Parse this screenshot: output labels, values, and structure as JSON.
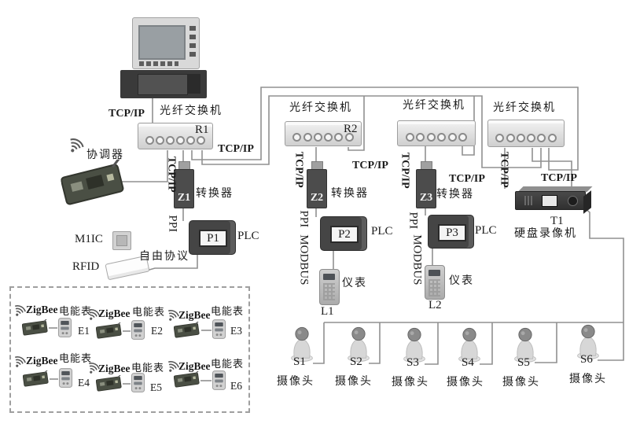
{
  "labels": {
    "tcpip": "TCP/IP",
    "fiber_switch": "光纤交换机",
    "coordinator": "协调器",
    "converter": "转换器",
    "ppi": "PPI",
    "plc": "PLC",
    "modbus": "MODBUS",
    "meter": "仪表",
    "m1ic": "M1IC",
    "rfid": "RFID",
    "free_protocol": "自由协议",
    "camera": "摄像头",
    "zigbee": "ZigBee",
    "power_meter": "电能表",
    "dvr_id": "T1",
    "dvr_name": "硬盘录像机"
  },
  "switch_ids": {
    "sw1": "R1",
    "sw2": "R2"
  },
  "converter_ids": {
    "z1": "Z1",
    "z2": "Z2",
    "z3": "Z3"
  },
  "plc_ids": {
    "p1": "P1",
    "p2": "P2",
    "p3": "P3"
  },
  "meter_ids": {
    "l1": "L1",
    "l2": "L2"
  },
  "camera_ids": [
    "S1",
    "S2",
    "S3",
    "S4",
    "S5",
    "S6"
  ],
  "energy_meter_ids": [
    "E1",
    "E2",
    "E3",
    "E4",
    "E5",
    "E6"
  ],
  "colors": {
    "wire": "#909090",
    "text": "#1b1b1b",
    "device_dark": "#4c4c4c"
  }
}
